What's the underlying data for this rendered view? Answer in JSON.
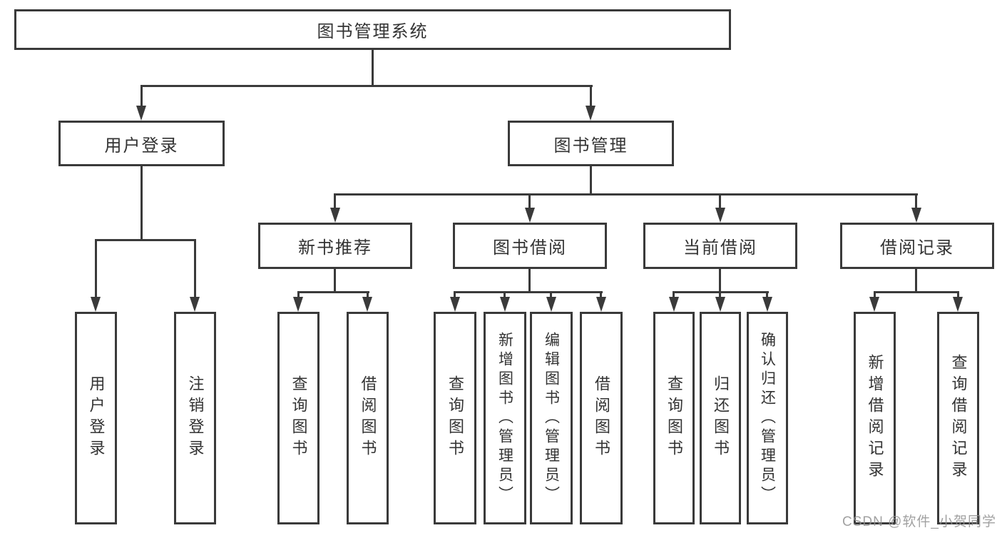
{
  "diagram": {
    "root": "图书管理系统",
    "level2": [
      "用户登录",
      "图书管理"
    ],
    "level3": [
      "新书推荐",
      "图书借阅",
      "当前借阅",
      "借阅记录"
    ],
    "leaves_user_login": [
      "用户登录",
      "注销登录"
    ],
    "leaves_new_book": [
      "查询图书",
      "借阅图书"
    ],
    "leaves_book_borrow": [
      "查询图书",
      "新增图书（管理员）",
      "编辑图书（管理员）",
      "借阅图书"
    ],
    "leaves_current_borrow": [
      "查询图书",
      "归还图书",
      "确认归还（管理员）"
    ],
    "leaves_borrow_record": [
      "新增借阅记录",
      "查询借阅记录"
    ]
  },
  "watermark": "CSDN @软件_小贺同学",
  "colors": {
    "line": "#3a3a3a",
    "box_border": "#3a3a3a",
    "text": "#333333",
    "watermark": "#919191",
    "background": "#ffffff"
  }
}
